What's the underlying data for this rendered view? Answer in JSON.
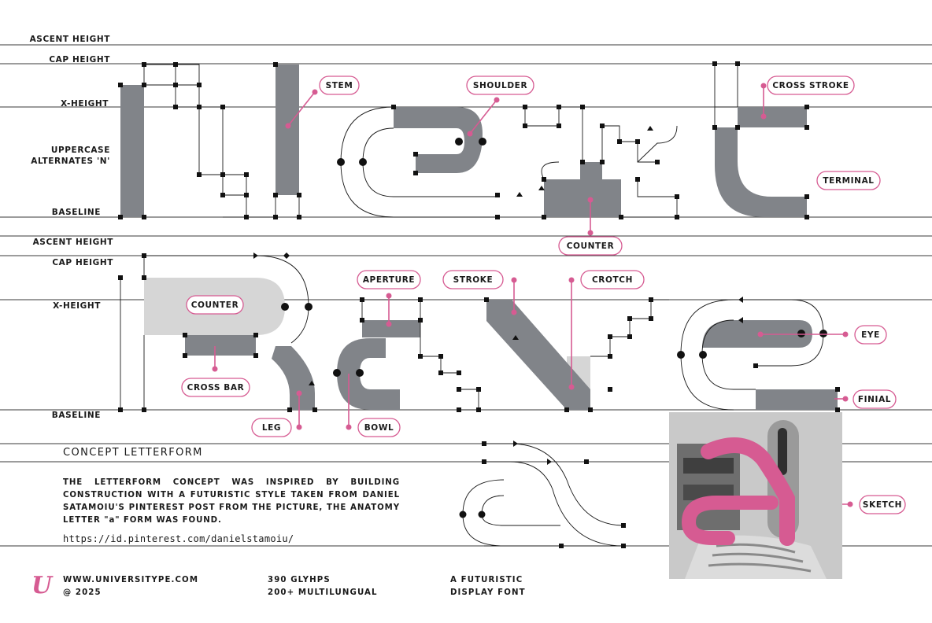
{
  "metrics": {
    "row1": {
      "ascent": "ASCENT HEIGHT",
      "cap": "CAP HEIGHT",
      "xheight": "X-HEIGHT",
      "alternates": [
        "UPPERCASE",
        "ALTERNATES 'N'"
      ],
      "baseline": "BASELINE"
    },
    "row2": {
      "ascent": "ASCENT HEIGHT",
      "cap": "CAP HEIGHT",
      "xheight": "X-HEIGHT",
      "baseline": "BASELINE"
    }
  },
  "labels": {
    "stem": "STEM",
    "shoulder": "SHOULDER",
    "cross_stroke": "CROSS STROKE",
    "terminal": "TERMINAL",
    "counter_1": "COUNTER",
    "aperture": "APERTURE",
    "stroke": "STROKE",
    "crotch": "CROTCH",
    "counter_2": "COUNTER",
    "eye": "EYE",
    "cross_bar": "CROSS BAR",
    "finial": "FINIAL",
    "leg": "LEG",
    "bowl": "BOWL",
    "sketch": "SKETCH"
  },
  "concept": {
    "title": "CONCEPT LETTERFORM",
    "body": "THE LETTERFORM CONCEPT WAS INSPIRED BY BUILDING CONSTRUCTION WITH A FUTURISTIC STYLE TAKEN FROM DANIEL SATAMOIU'S PINTEREST POST FROM THE PICTURE, THE ANATOMY LETTER \"a\" FORM WAS FOUND.",
    "url": "https://id.pinterest.com/danielstamoiu/"
  },
  "footer": {
    "website": "WWW.UNIVERSITYPE.COM",
    "copyright": "@ 2025",
    "glyphs": "390 GLYHPS",
    "multilingual": "200+ MULTILUNGUAL",
    "tagline_1": "A FUTURISTIC",
    "tagline_2": "DISPLAY FONT"
  },
  "colors": {
    "accent": "#d65b92",
    "glyph_fill": "#818489",
    "counter_fill": "#d6d6d6"
  }
}
